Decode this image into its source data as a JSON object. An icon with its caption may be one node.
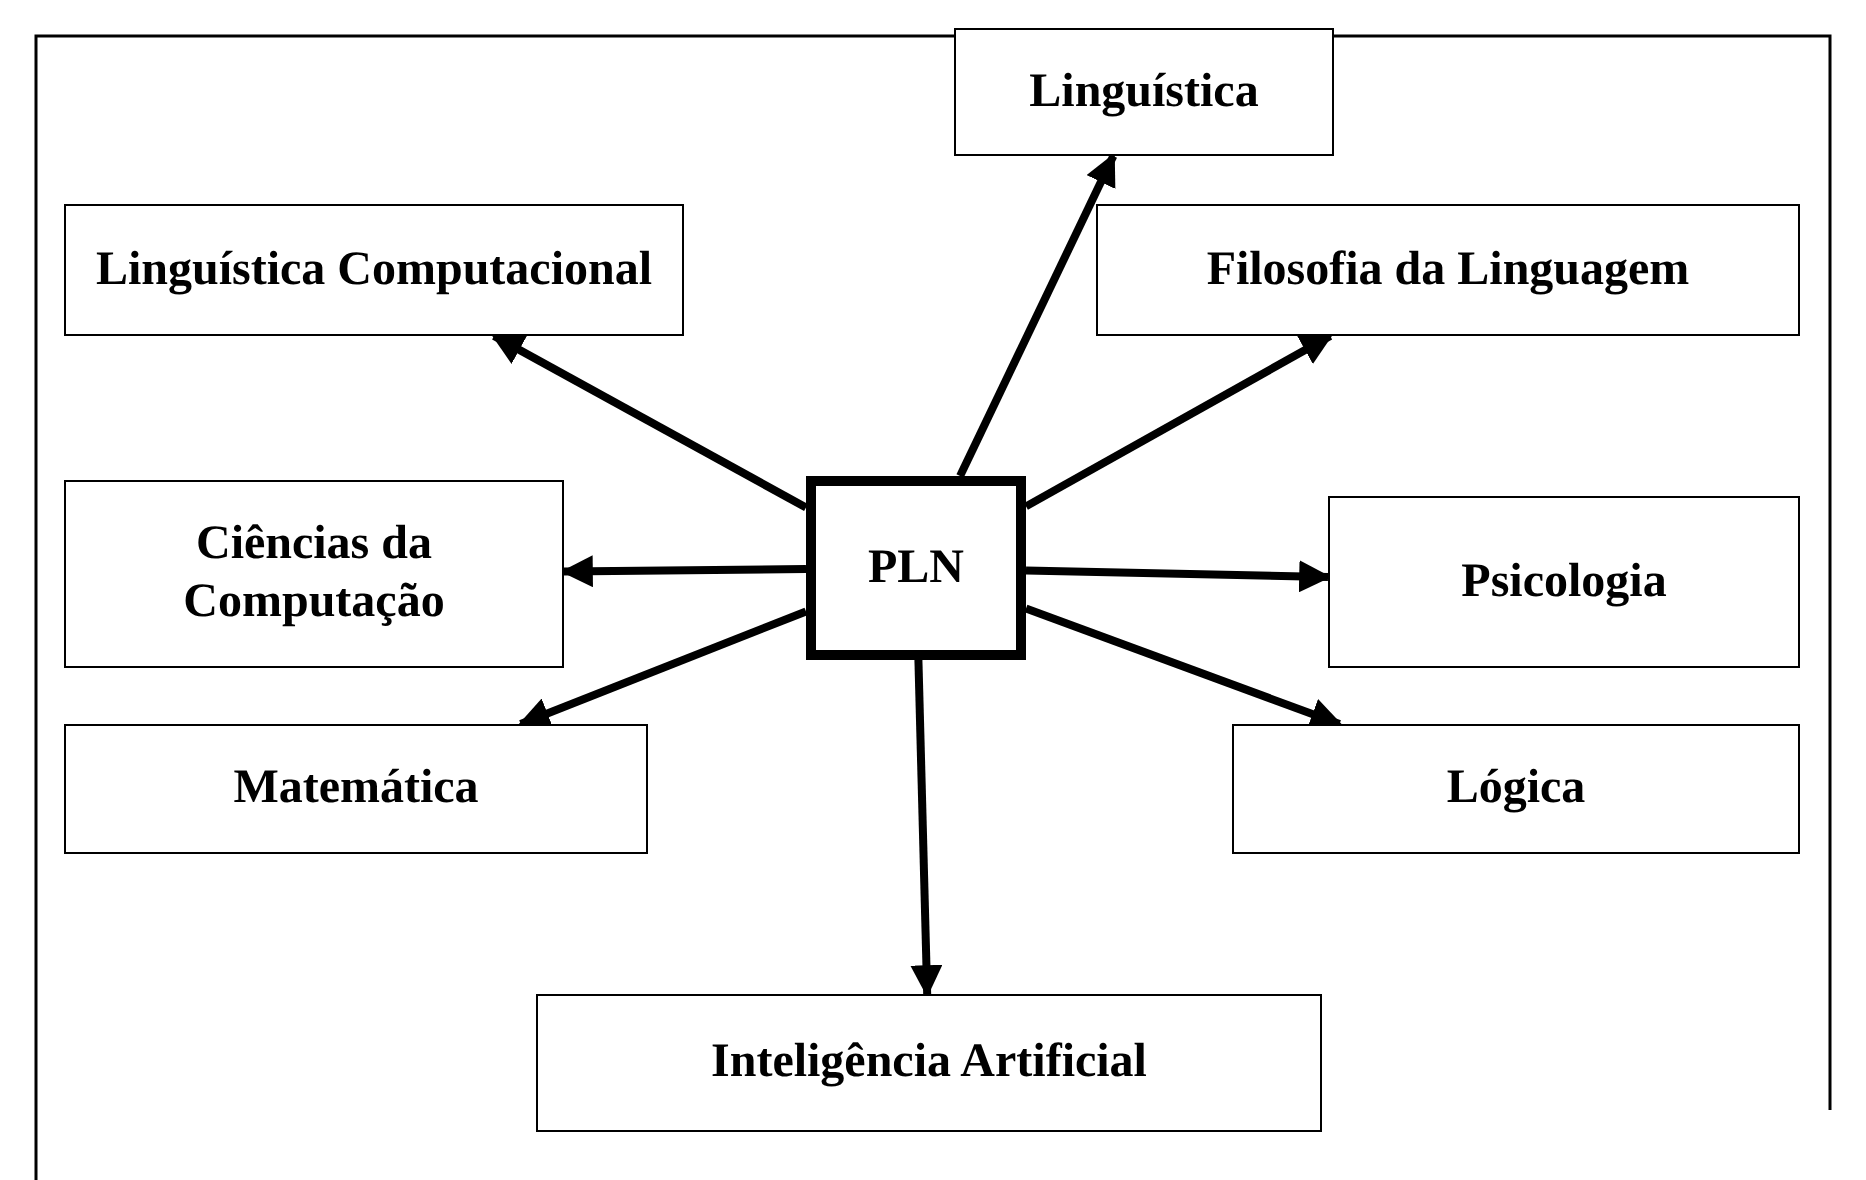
{
  "diagram": {
    "nodes": [
      {
        "text": [
          "PLN"
        ]
      },
      {
        "text": [
          "Linguística"
        ]
      },
      {
        "text": [
          "Linguística Computacional"
        ]
      },
      {
        "text": [
          "Filosofia da Linguagem"
        ]
      },
      {
        "text": [
          "Ciências da Computação"
        ]
      },
      {
        "text": [
          "Psicologia"
        ]
      },
      {
        "text": [
          "Matemática"
        ]
      },
      {
        "text": [
          "Lógica"
        ]
      },
      {
        "text": [
          "Inteligência Artificial"
        ]
      }
    ],
    "edges": [
      {
        "from": 0,
        "to": 1,
        "arrow": "to"
      },
      {
        "from": 0,
        "to": 2,
        "arrow": "to"
      },
      {
        "from": 0,
        "to": 3,
        "arrow": "to"
      },
      {
        "from": 0,
        "to": 4,
        "arrow": "to"
      },
      {
        "from": 0,
        "to": 5,
        "arrow": "to"
      },
      {
        "from": 0,
        "to": 6,
        "arrow": "to"
      },
      {
        "from": 0,
        "to": 7,
        "arrow": "to"
      },
      {
        "from": 0,
        "to": 8,
        "arrow": "to"
      }
    ]
  }
}
